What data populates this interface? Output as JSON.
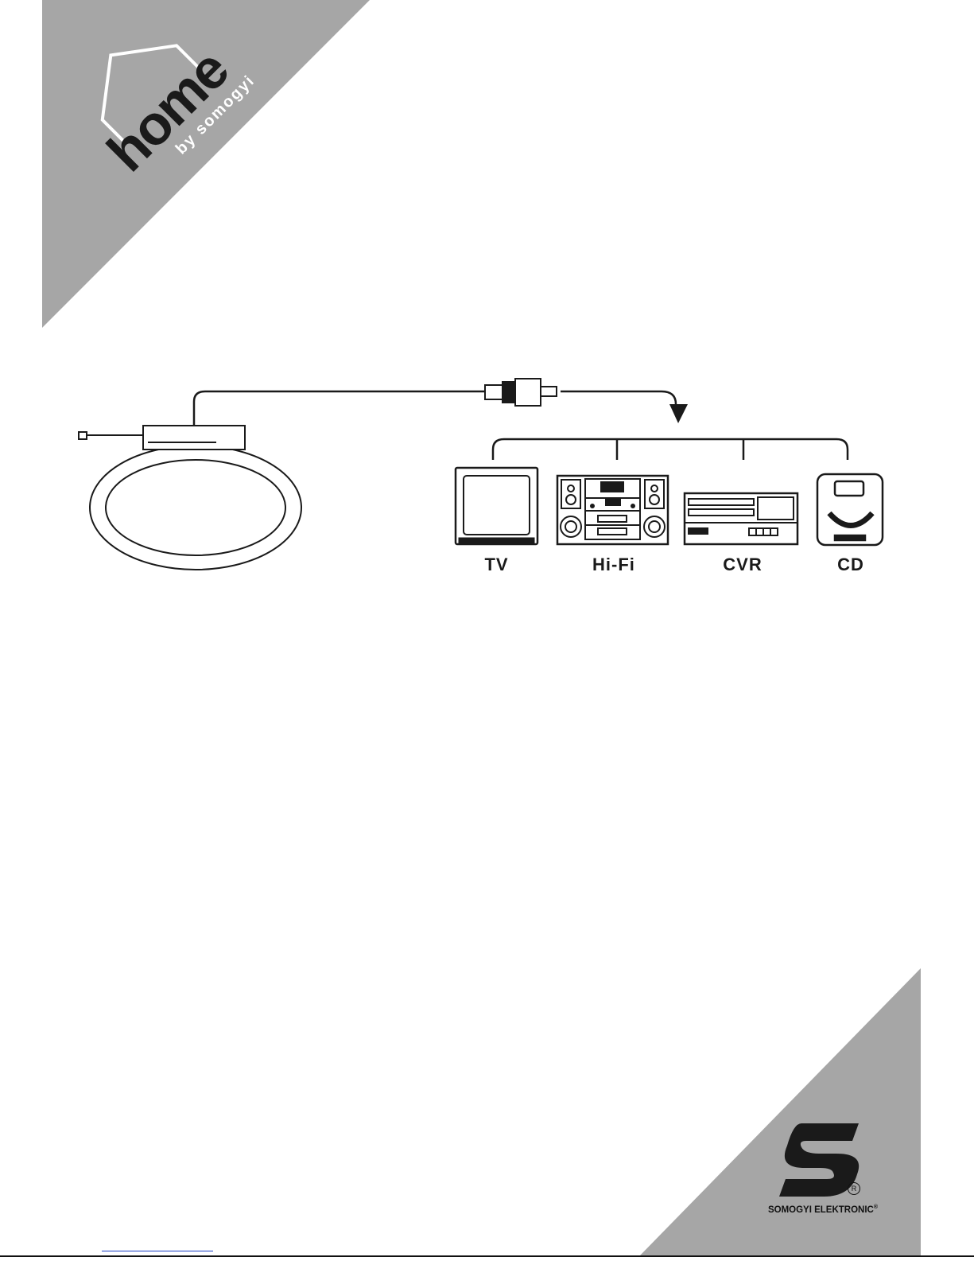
{
  "logo": {
    "wordmark": "home",
    "tagline": "by somogyi"
  },
  "devices": [
    {
      "id": "tv",
      "label": "TV"
    },
    {
      "id": "hifi",
      "label": "Hi-Fi"
    },
    {
      "id": "cvr",
      "label": "CVR"
    },
    {
      "id": "cd",
      "label": "CD"
    }
  ],
  "brand": {
    "name": "SOMOGYI ELEKTRONIC",
    "mark": "S",
    "registered": "R",
    "registered_small": "®"
  },
  "colors": {
    "corner_gray": "#a6a6a6",
    "line": "#1a1a1a",
    "link": "#1b3fc4"
  }
}
